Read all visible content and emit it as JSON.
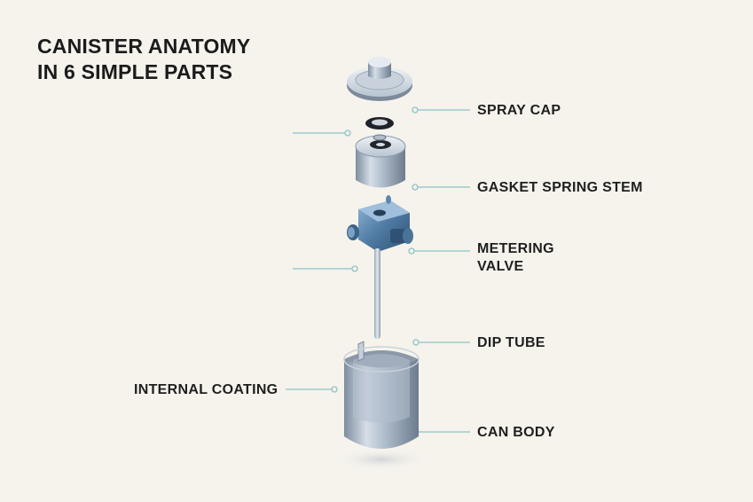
{
  "title": {
    "line1": "CANISTER ANATOMY",
    "line2": "IN 6 SIMPLE PARTS"
  },
  "labels": {
    "spray_cap": "SPRAY CAP",
    "gasket_spring_stem": "GASKET SPRING STEM",
    "metering_valve_1": "METERING",
    "metering_valve_2": "VALVE",
    "dip_tube": "DIP TUBE",
    "internal_coating": "INTERNAL COATING",
    "can_body": "CAN BODY"
  },
  "colors": {
    "background": "#f5f3ec",
    "leader": "#8ec3c8",
    "metal": "#a9b8c8",
    "valve": "#4f7aa3"
  }
}
